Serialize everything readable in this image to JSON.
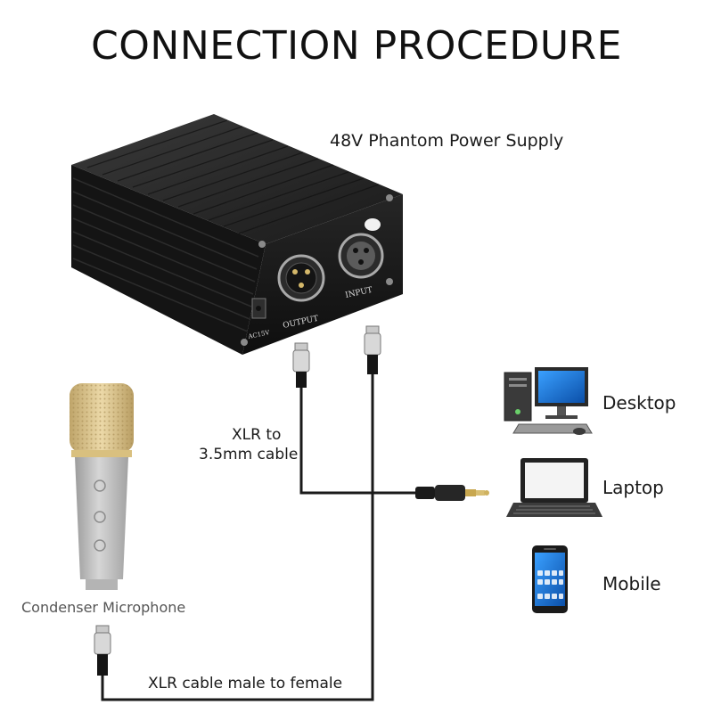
{
  "title": "CONNECTION PROCEDURE",
  "power_supply": {
    "label": "48V Phantom Power Supply",
    "port_output": "OUTPUT",
    "port_input": "INPUT",
    "port_dc": "AC15V"
  },
  "xlr_to_jack_cable": {
    "label_line1": "XLR to",
    "label_line2": "3.5mm cable"
  },
  "xlr_cable": {
    "label": "XLR cable male to female"
  },
  "microphone": {
    "label": "Condenser Microphone"
  },
  "devices": [
    {
      "label": "Desktop",
      "icon": "desktop-computer-icon"
    },
    {
      "label": "Laptop",
      "icon": "laptop-icon"
    },
    {
      "label": "Mobile",
      "icon": "smartphone-icon"
    }
  ],
  "colors": {
    "box_body": "#1b1b1b",
    "box_top": "#2a2a2a",
    "cable": "#1a1a1a",
    "mic_grille": "#d9c28a",
    "mic_body": "#bdbdbd",
    "screen_blue": "#1f6fd1"
  }
}
